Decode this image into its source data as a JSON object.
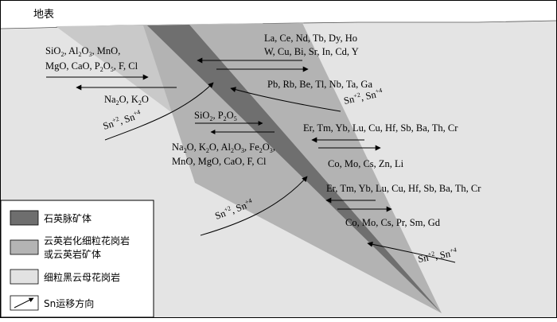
{
  "surface_label": "地表",
  "left_upper_text": {
    "line1": [
      "SiO",
      "2",
      ",   Al",
      "2",
      "O",
      "3",
      ",   MnO,"
    ],
    "line2": [
      "MgO, CaO, P",
      "2",
      "O",
      "5",
      ", F, Cl"
    ]
  },
  "left_lower_text": [
    "Na",
    "2",
    "O, K",
    "2",
    "O"
  ],
  "center_upper_text": [
    "SiO",
    "2",
    ", P",
    "2",
    "O",
    "5"
  ],
  "center_lower_text": {
    "line1": [
      "Na",
      "2",
      "O, K",
      "2",
      "O, Al",
      "2",
      "O",
      "3",
      ", Fe",
      "2",
      "O",
      "3",
      ","
    ],
    "line2": "MnO, MgO, CaO, F, Cl"
  },
  "right_texts": {
    "group1_line1": "La, Ce, Nd, Tb, Dy, Ho",
    "group1_line2": "W, Cu, Bi, Sr, In, Cd, Y",
    "group2": "Pb, Rb, Be, Tl, Nb, Ta, Ga",
    "group3": "Er, Tm, Yb, Lu, Cu, Hf, Sb, Ba, Th, Cr",
    "group4": "Co, Mo, Cs, Zn, Li",
    "group5": "Er, Tm, Yb, Lu, Cu, Hf, Sb, Ba, Th, Cr",
    "group6": "Co, Mo, Cs, Pr, Sm, Gd"
  },
  "sn_label": {
    "base": "Sn",
    "charge2": "+2",
    "charge4": "+4",
    "separator": ", "
  },
  "legend": {
    "items": [
      {
        "label": "石英脉矿体",
        "color": "#6e6e6e"
      },
      {
        "label_line1": "云英岩化细粒花岗岩",
        "label_line2": "或云英岩矿体",
        "color": "#b4b4b4"
      },
      {
        "label": "细粒黑云母花岗岩",
        "color": "#e2e2e2"
      },
      {
        "label": "Sn运移方向"
      }
    ]
  },
  "colors": {
    "background_rock": "#e4e4e4",
    "greisen": "#b3b3b3",
    "light_zone": "#c9c9c9",
    "vein": "#6f6f6f"
  }
}
